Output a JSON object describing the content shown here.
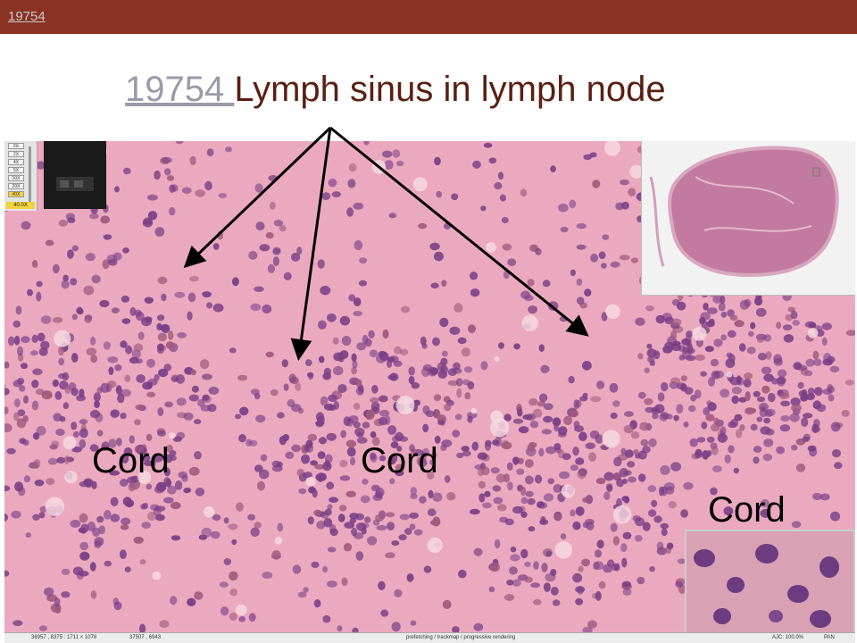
{
  "header": {
    "link_label": "19754"
  },
  "title": {
    "link_text": "19754 ",
    "text": "Lymph sinus in lymph node"
  },
  "viewer": {
    "zoom_buttons": [
      "Fit",
      "2X",
      "4X",
      "5X",
      "10X",
      "20X",
      "40X"
    ],
    "zoom_level": "40.0X",
    "status": {
      "coords": "36957 , 8375 : 1711 × 1078",
      "coords2": "37507 , 6943",
      "message": "prefetching / trackmap / progressive rendering",
      "ajc": "AJC: 100.0%",
      "pan": "PAN"
    }
  },
  "labels": {
    "cord": "Cord"
  },
  "colors": {
    "topbar": "#8a3324",
    "title": "#5a1f12",
    "link": "#9a9aa8",
    "tissue": "#eba9bf",
    "nuclei": "#6b3a7a"
  }
}
